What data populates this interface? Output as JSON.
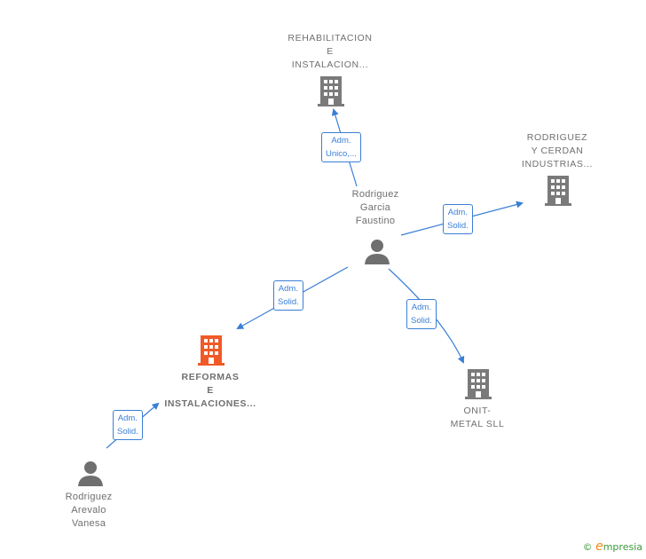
{
  "colors": {
    "company": "#7a7a7a",
    "company_focus": "#f05a28",
    "person": "#6f6f6f",
    "edge": "#3a7fd5"
  },
  "nodes": {
    "rehabilitacion": {
      "lines": [
        "REHABILITACION",
        "E",
        "INSTALACION..."
      ],
      "icon": "building-icon"
    },
    "rodriguez_cerdan": {
      "lines": [
        "RODRIGUEZ",
        "Y CERDAN",
        "INDUSTRIAS..."
      ],
      "icon": "building-icon"
    },
    "rodriguez_garcia": {
      "lines": [
        "Rodriguez",
        "Garcia",
        "Faustino"
      ],
      "icon": "person-icon"
    },
    "reformas": {
      "lines": [
        "REFORMAS",
        "E",
        "INSTALACIONES..."
      ],
      "icon": "building-icon"
    },
    "onit_metal": {
      "lines": [
        "ONIT-",
        "METAL SLL"
      ],
      "icon": "building-icon"
    },
    "rodriguez_arevalo": {
      "lines": [
        "Rodriguez",
        "Arevalo",
        "Vanesa"
      ],
      "icon": "person-icon"
    }
  },
  "edges": [
    {
      "id": "e1",
      "lines": [
        "Adm.",
        "Unico,..."
      ]
    },
    {
      "id": "e2",
      "lines": [
        "Adm.",
        "Solid."
      ]
    },
    {
      "id": "e3",
      "lines": [
        "Adm.",
        "Solid."
      ]
    },
    {
      "id": "e4",
      "lines": [
        "Adm.",
        "Solid."
      ]
    },
    {
      "id": "e5",
      "lines": [
        "Adm.",
        "Solid."
      ]
    }
  ],
  "footer": {
    "copyright_symbol": "©",
    "brand_initial": "e",
    "brand_rest": "mpresia"
  }
}
